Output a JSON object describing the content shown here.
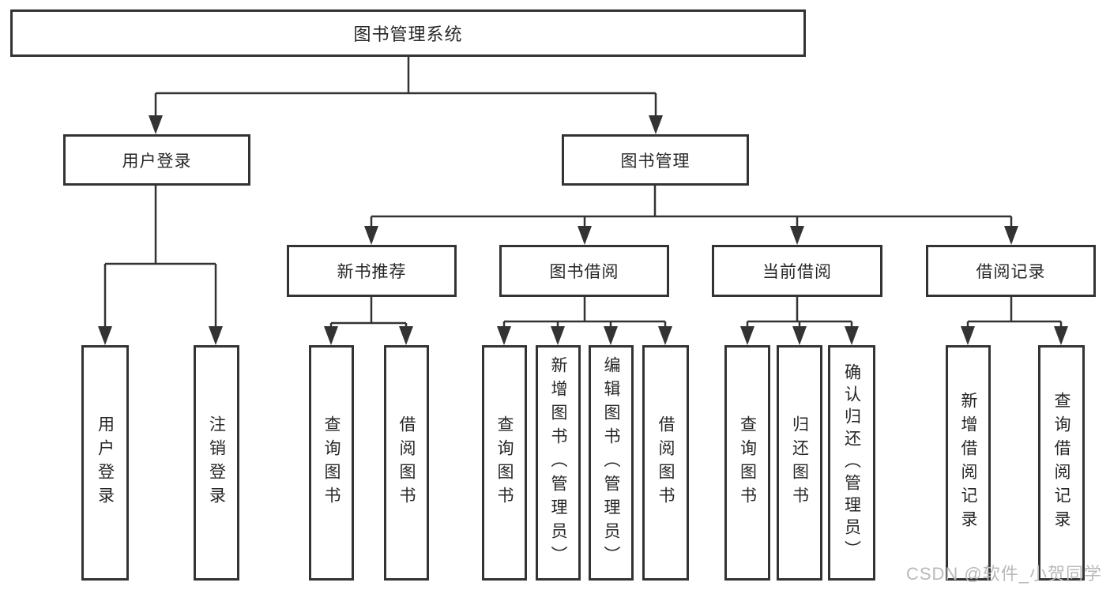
{
  "colors": {
    "line": "#333333",
    "text": "#262626",
    "background": "#ffffff",
    "watermark": "#b9b9b9"
  },
  "diagram": {
    "root": {
      "label": "图书管理系统"
    },
    "level1": [
      {
        "label": "用户登录"
      },
      {
        "label": "图书管理"
      }
    ],
    "level2": [
      {
        "label": "新书推荐"
      },
      {
        "label": "图书借阅"
      },
      {
        "label": "当前借阅"
      },
      {
        "label": "借阅记录"
      }
    ],
    "leaves": {
      "user_login": [
        "用户登录",
        "注销登录"
      ],
      "new_book": [
        "查询图书",
        "借阅图书"
      ],
      "book_borrow": [
        "查询图书",
        "新增图书（管理员）",
        "编辑图书（管理员）",
        "借阅图书"
      ],
      "current_borrow": [
        "查询图书",
        "归还图书",
        "确认归还（管理员）"
      ],
      "borrow_record": [
        "新增借阅记录",
        "查询借阅记录"
      ]
    }
  },
  "watermark": {
    "text": "CSDN @软件_小贺同学"
  }
}
